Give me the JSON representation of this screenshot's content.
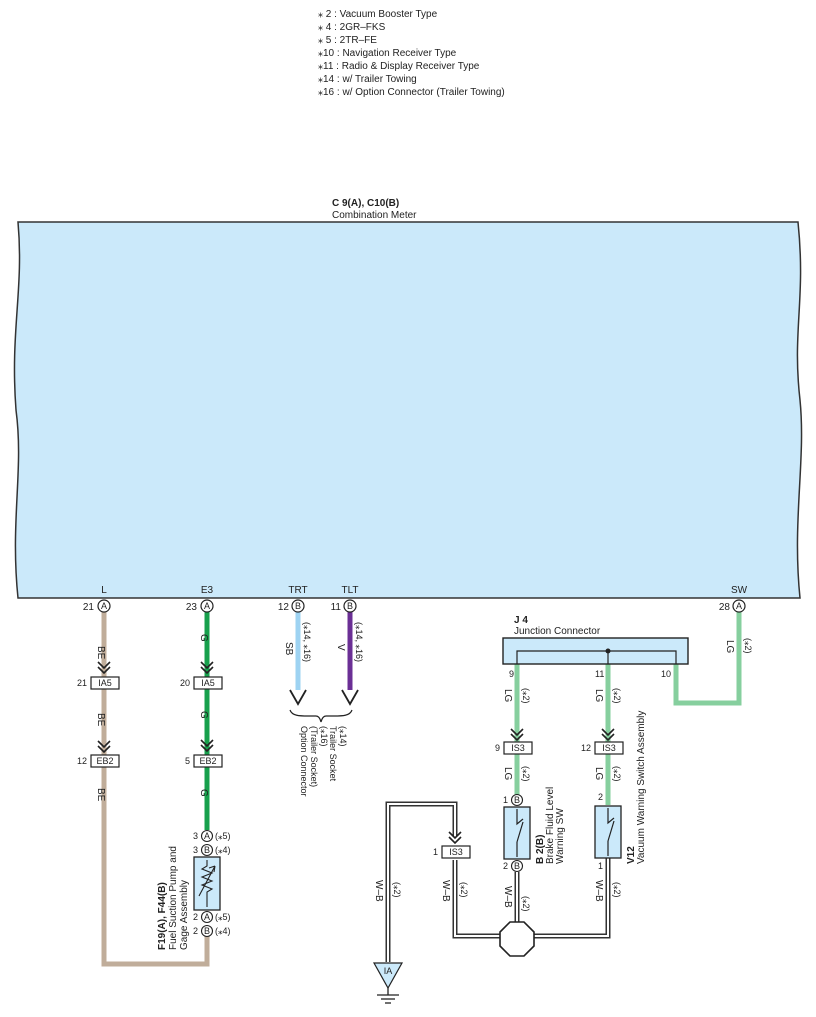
{
  "legend": [
    "⁎ 2 : Vacuum Booster Type",
    "⁎ 4 : 2GR–FKS",
    "⁎ 5 : 2TR–FE",
    "⁎10 : Navigation Receiver Type",
    "⁎11 : Radio & Display Receiver Type",
    "⁎14 : w/ Trailer Towing",
    "⁎16 : w/ Option Connector (Trailer Towing)"
  ],
  "meter": {
    "code": "C 9(A), C10(B)",
    "name": "Combination Meter",
    "fill": "#cbe9fa"
  },
  "meter_pins": [
    {
      "label": "L",
      "num": "21",
      "conn": "A"
    },
    {
      "label": "E3",
      "num": "23",
      "conn": "A"
    },
    {
      "label": "TRT",
      "num": "12",
      "conn": "B"
    },
    {
      "label": "TLT",
      "num": "11",
      "conn": "B"
    },
    {
      "label": "SW",
      "num": "28",
      "conn": "A"
    }
  ],
  "wire_colors": {
    "BE": "#c0ad9a",
    "G": "#17a04c",
    "SB": "#9ed3f2",
    "V": "#6b2f95",
    "LG": "#86cf9e",
    "WB": "#333333"
  },
  "wires": {
    "be": "BE",
    "g": "G",
    "sb": "SB",
    "v": "V",
    "lg": "LG",
    "wb": "W–B",
    "star2": "(⁎2)",
    "trailer": "(⁎14, ⁎16)"
  },
  "connectors": {
    "ia5": "IA5",
    "eb2": "EB2",
    "is3": "IS3",
    "pin_21": "21",
    "pin_20": "20",
    "pin_12": "12",
    "pin_5": "5",
    "pin_9": "9",
    "pin_1": "1",
    "pin_2": "2",
    "pin_3": "3",
    "pin_10": "10",
    "pin_11": "11"
  },
  "junction": {
    "code": "J 4",
    "name": "Junction Connector",
    "pins": [
      "9",
      "11",
      "10"
    ]
  },
  "fuel_gage": {
    "code": "F19(A), F44(B)",
    "name_1": "Fuel Suction Pump and",
    "name_2": "Gage Assembly",
    "pins": [
      {
        "num": "3",
        "conn": "A",
        "note": "(⁎5)"
      },
      {
        "num": "3",
        "conn": "B",
        "note": "(⁎4)"
      },
      {
        "num": "2",
        "conn": "A",
        "note": "(⁎5)"
      },
      {
        "num": "2",
        "conn": "B",
        "note": "(⁎4)"
      }
    ]
  },
  "option_connector": {
    "line1": "Option Connector",
    "line2": "(Trailer Socket)",
    "line3": "(⁎16)",
    "line4": "Trailer Socket",
    "line5": "(⁎14)"
  },
  "brake_sw": {
    "code": "B 2(B)",
    "name_1": "Brake Fluid Level",
    "name_2": "Warning SW",
    "pin_top": "1",
    "pin_bottom": "2",
    "conn": "B"
  },
  "vacuum_sw": {
    "code": "V12",
    "name": "Vacuum Warning Switch Assembly",
    "pin_top": "2",
    "pin_bottom": "1"
  },
  "ground": {
    "label": "IA"
  }
}
